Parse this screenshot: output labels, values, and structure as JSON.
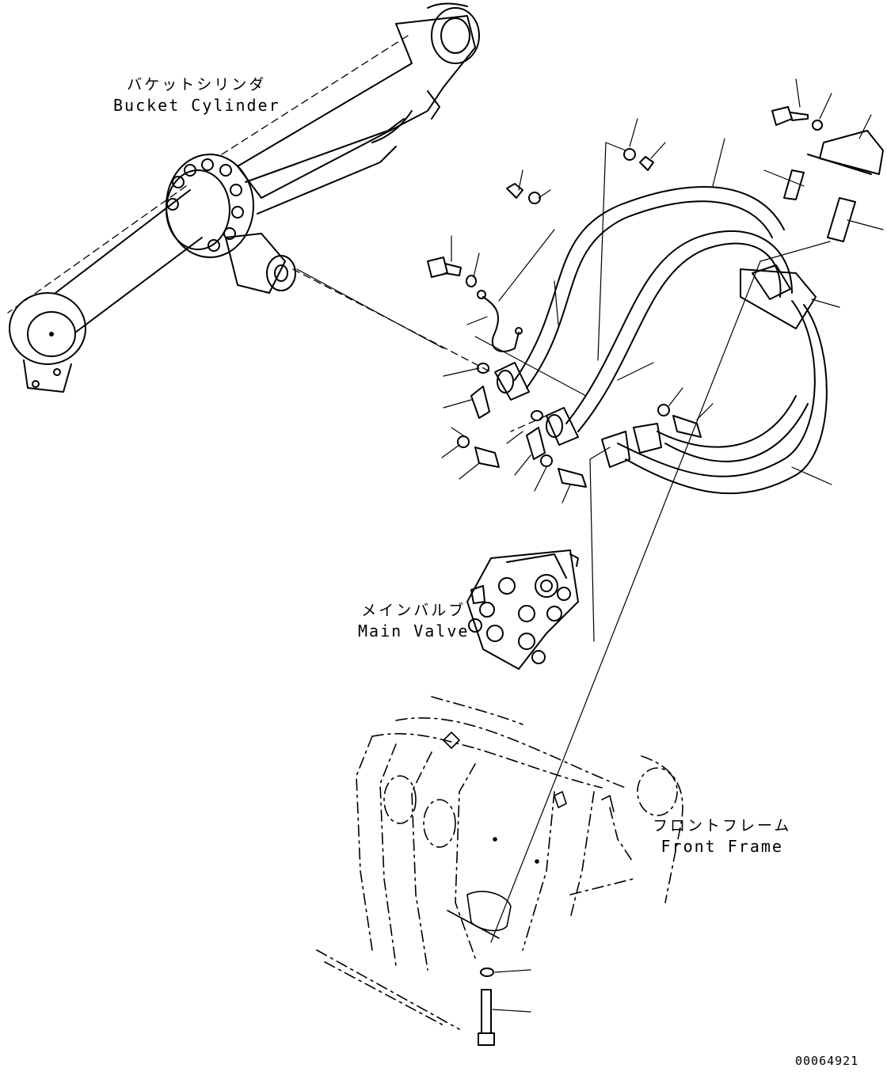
{
  "labels": {
    "bucket_cylinder": {
      "jp": "バケットシリンダ",
      "en": "Bucket Cylinder"
    },
    "main_valve": {
      "jp": "メインバルブ",
      "en": "Main Valve"
    },
    "front_frame": {
      "jp": "フロントフレーム",
      "en": "Front Frame"
    }
  },
  "drawing_number": "00064921",
  "colors": {
    "line": "#000000",
    "background": "#ffffff"
  }
}
